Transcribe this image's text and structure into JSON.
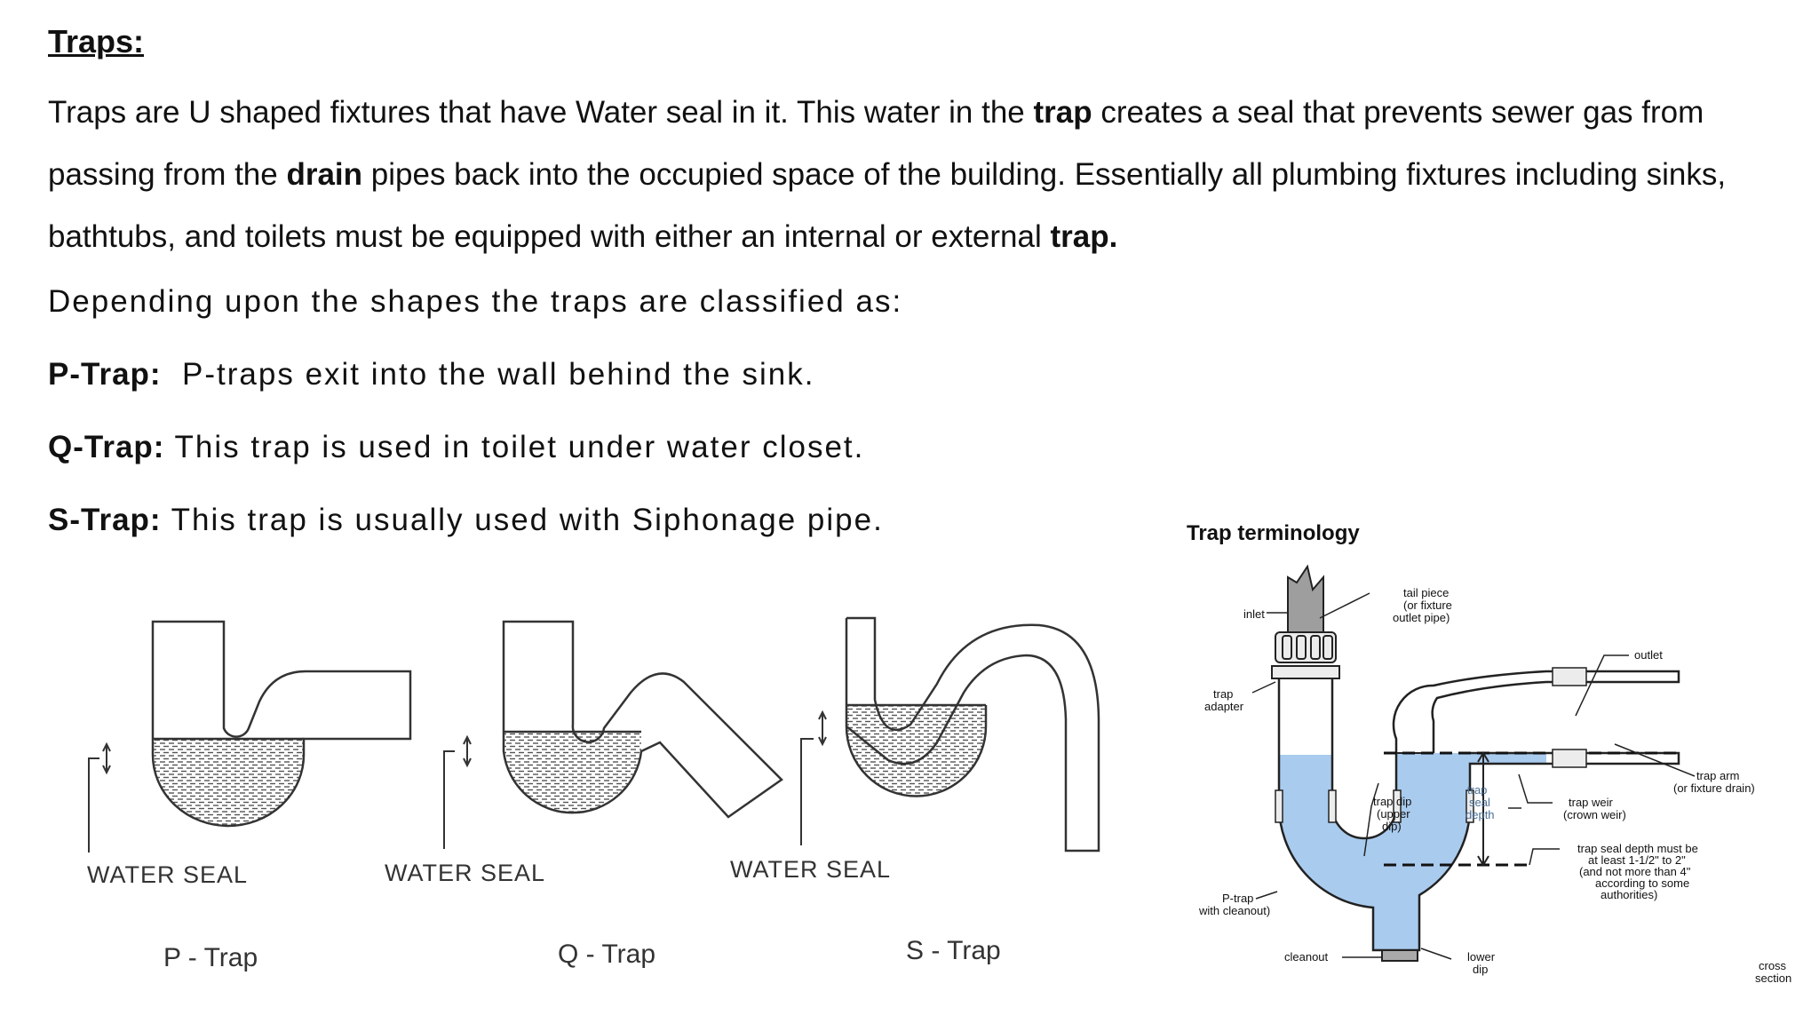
{
  "heading": "Traps:",
  "paragraph": {
    "s1": "Traps are U shaped fixtures that have Water seal in it. This water in the ",
    "b1": "trap",
    "s2": " creates a seal that prevents sewer gas from passing from the ",
    "b2": "drain",
    "s3": " pipes back into the occupied space of the building. Essentially all plumbing fixtures including sinks, bathtubs, and toilets must be equipped with either an internal or external ",
    "b3": "trap."
  },
  "classification_intro": "Depending upon the shapes the traps are classified as:",
  "trap_types": [
    {
      "term": "P-Trap:",
      "desc": "P-traps exit into the wall behind the sink."
    },
    {
      "term": "Q-Trap:",
      "desc": "This trap is used in toilet under water closet."
    },
    {
      "term": "S-Trap:",
      "desc": "This trap is usually used with Siphonage pipe."
    }
  ],
  "traps_figure": {
    "water_seal_label": "WATER SEAL",
    "captions": [
      "P - Trap",
      "Q - Trap",
      "S - Trap"
    ]
  },
  "terminology_figure": {
    "title": "Trap terminology",
    "labels": {
      "inlet": "inlet",
      "tail_piece": [
        "tail piece",
        "(or fixture",
        "outlet pipe)"
      ],
      "outlet": "outlet",
      "trap_adapter": [
        "trap",
        "adapter"
      ],
      "trap_arm": [
        "trap arm",
        "(or fixture drain)"
      ],
      "trap_dip": [
        "trap dip",
        "(upper",
        "dip)"
      ],
      "trap_seal_depth": [
        "trap",
        "seal",
        "depth"
      ],
      "trap_weir": [
        "trap weir",
        "(crown weir)"
      ],
      "depth_note": [
        "trap seal depth must be",
        "at least 1-1/2\" to 2\"",
        "(and not more than 4\"",
        "according to some",
        "authorities)"
      ],
      "ptrap_cleanout": [
        "P-trap",
        "with cleanout)"
      ],
      "cleanout": "cleanout",
      "lower_dip": [
        "lower",
        "dip"
      ],
      "cross_section": [
        "cross",
        "section"
      ]
    },
    "colors": {
      "water": "#a9cbee",
      "pipe": "#ececec",
      "line": "#222222"
    }
  }
}
